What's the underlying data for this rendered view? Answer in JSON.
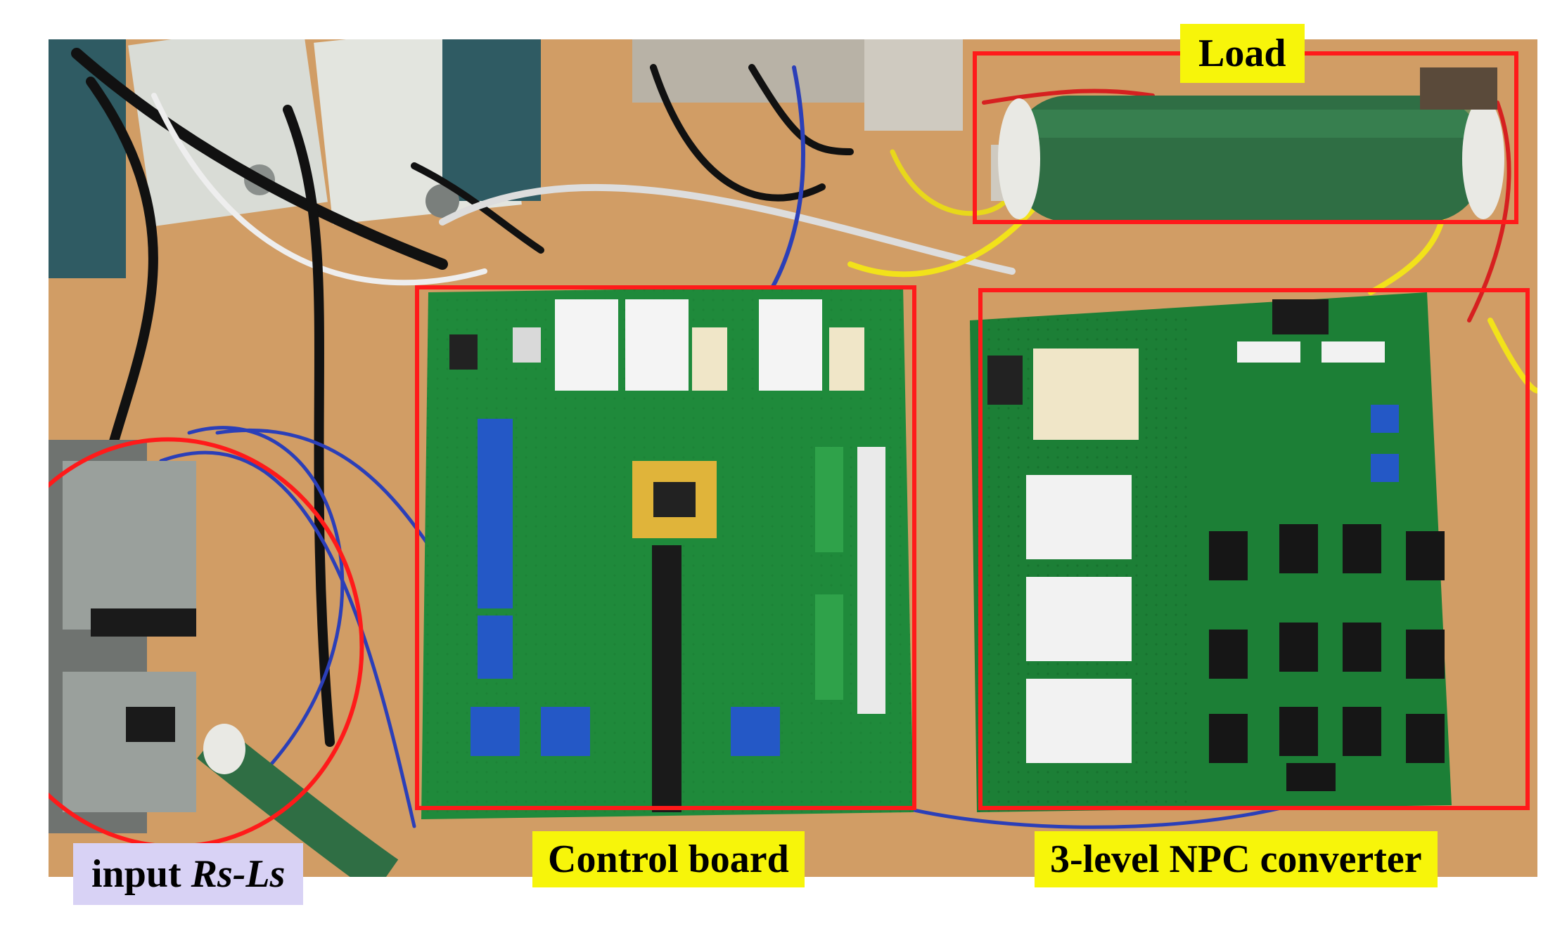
{
  "labels": {
    "load": "Load",
    "control_board": "Control board",
    "npc": "3-level NPC converter",
    "input_prefix": "input ",
    "input_italic": "Rs-Ls"
  },
  "colors": {
    "annotation": "#ff1a1a",
    "label_yellow": "#f7f50a",
    "label_lavender": "#d8d2f5",
    "pcb_green": "#1f8a3b",
    "table_wood": "#d8a36b"
  },
  "icons": [
    "load-resistor",
    "control-pcb",
    "npc-converter-pcb",
    "input-inductor",
    "oscilloscope"
  ]
}
